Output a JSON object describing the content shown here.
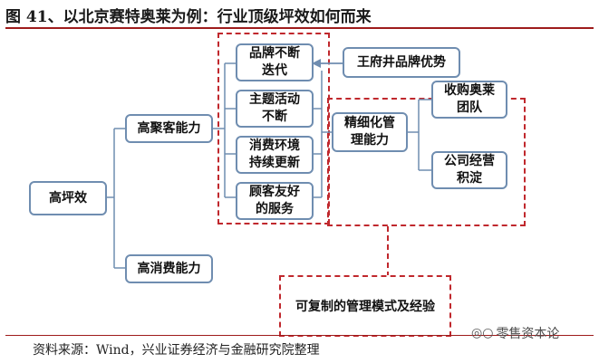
{
  "header": {
    "title": "图 41、以北京赛特奥莱为例：行业顶级坪效如何而来"
  },
  "nodes": {
    "root": "高坪效",
    "high_traffic": "高聚客能力",
    "high_spending": "高消费能力",
    "brand_iteration": "品牌不断\n迭代",
    "themed_activity": "主题活动\n不断",
    "scene_update": "消费环境\n持续更新",
    "customer_service": "顾客友好\n的服务",
    "wangfujing": "王府井品牌优势",
    "fine_management": "精细化管\n理能力",
    "acquire_outlets": "收购奥莱\n团队",
    "company_experience": "公司经营\n积淀",
    "replicable": "可复制的管理模式及经验"
  },
  "footer": {
    "source": "资料来源：Wind，兴业证券经济与金融研究院整理",
    "watermark": "零售资本论"
  },
  "colors": {
    "box_border": "#6f8db0",
    "connector": "#6f8db0",
    "dashed": "#c0282d",
    "rule": "#9e1b1b"
  }
}
